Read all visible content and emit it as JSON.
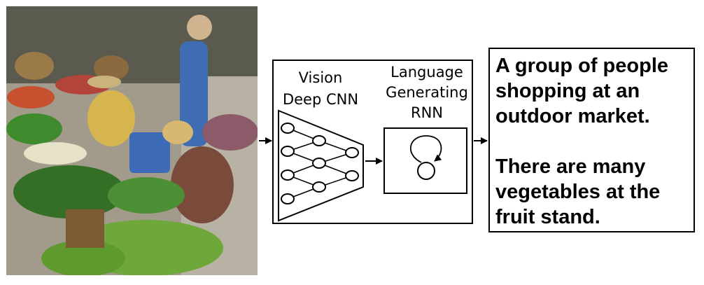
{
  "pipeline": {
    "cnn_label_line1": "Vision",
    "cnn_label_line2": "Deep CNN",
    "rnn_label_line1": "Language",
    "rnn_label_line2": "Generating",
    "rnn_label_line3": "RNN"
  },
  "captions": [
    "A group of people\nshopping at an\noutdoor market.",
    "There are many\nvegetables at the\nfruit stand."
  ],
  "photo": {
    "subject": "outdoor market vendors with vegetables and green bananas",
    "sky_color": "#5a5a4e",
    "ground_color": "#a29b8c",
    "vegetable_color": "#3f8a2c",
    "banana_color": "#6fa83a"
  }
}
